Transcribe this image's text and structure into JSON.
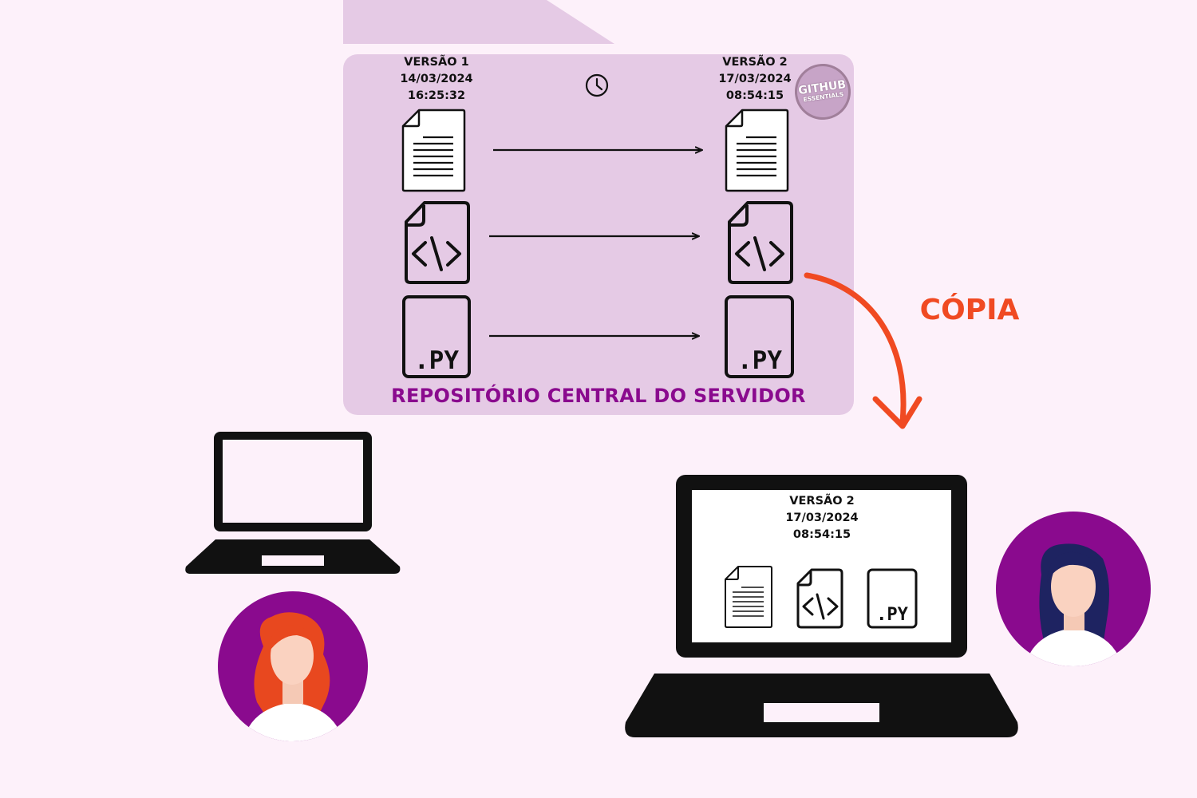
{
  "server_repository": {
    "title": "REPOSITÓRIO CENTRAL DO SERVIDOR",
    "version_1": {
      "label": "VERSÃO 1",
      "date": "14/03/2024",
      "time": "16:25:32"
    },
    "version_2": {
      "label": "VERSÃO 2",
      "date": "17/03/2024",
      "time": "08:54:15"
    },
    "files": [
      {
        "icon": "document-icon"
      },
      {
        "icon": "code-file-icon",
        "glyph": "<\\>"
      },
      {
        "icon": "python-file-icon",
        "glyph": ".PY"
      }
    ]
  },
  "badge": {
    "line1": "GITHUB",
    "line2": "ESSENTIALS"
  },
  "copy_arrow": {
    "label": "CÓPIA",
    "color": "#f04a22"
  },
  "local_copy": {
    "label": "VERSÃO 2",
    "date": "17/03/2024",
    "time": "08:54:15",
    "files": [
      {
        "icon": "document-icon"
      },
      {
        "icon": "code-file-icon",
        "glyph": "<\\>"
      },
      {
        "icon": "python-file-icon",
        "glyph": ".PY"
      }
    ]
  },
  "colors": {
    "background": "#fdf1fa",
    "folder": "#e5cae5",
    "title_purple": "#8a0a8e",
    "avatar_circle": "#8a0a8e",
    "orange": "#f04a22"
  }
}
